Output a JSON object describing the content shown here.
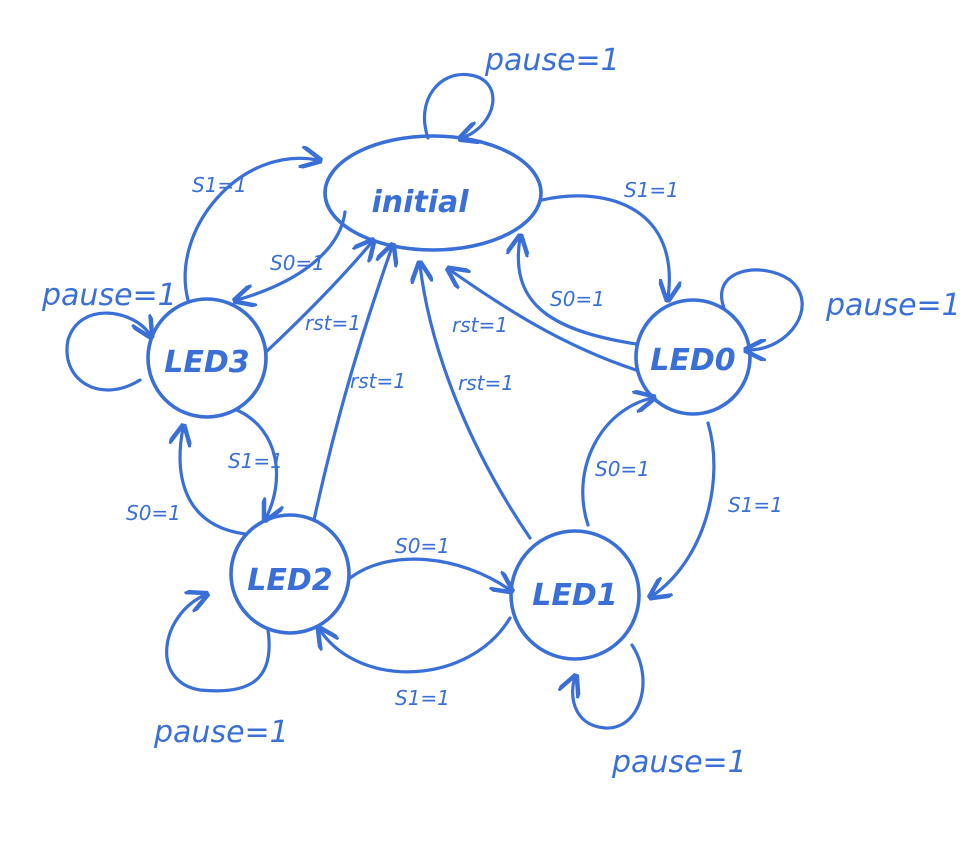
{
  "diagram": {
    "ink_color": "#3a6fd8",
    "states": {
      "initial": "initial",
      "led0": "LED0",
      "led1": "LED1",
      "led2": "LED2",
      "led3": "LED3"
    },
    "transitions": {
      "initial_to_led0": "S1=1",
      "led0_to_initial": "S0=1",
      "led0_to_led1": "S1=1",
      "led1_to_led0": "S0=1",
      "led1_to_led2": "S1=1",
      "led2_to_led1": "S0=1",
      "led2_to_led3": "S0=1",
      "led3_to_led2": "S1=1",
      "led3_to_initial": "S1=1",
      "initial_to_led3": "S0=1",
      "led3_rst": "rst=1",
      "led2_rst": "rst=1",
      "led1_rst": "rst=1",
      "led0_rst": "rst=1"
    },
    "self_loops": {
      "initial": "pause=1",
      "led0": "pause=1",
      "led1": "pause=1",
      "led2": "pause=1",
      "led3": "pause=1"
    }
  }
}
